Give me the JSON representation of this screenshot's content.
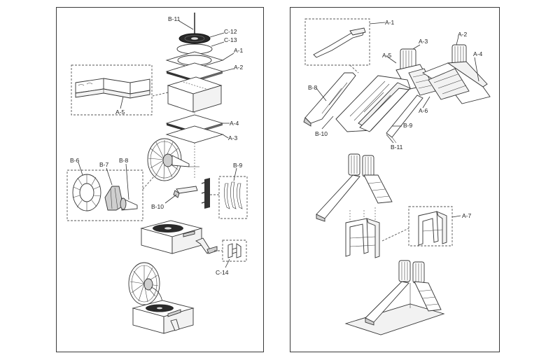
{
  "left_panel": {
    "labels": {
      "b11": "B-11",
      "c12": "C-12",
      "c13": "C-13",
      "a1": "A-1",
      "a2": "A-2",
      "a5": "A-5",
      "a4": "A-4",
      "a3": "A-3",
      "b6": "B-6",
      "b7": "B-7",
      "b8": "B-8",
      "b9": "B-9",
      "b10": "B-10",
      "c14": "C-14"
    }
  },
  "right_panel": {
    "labels": {
      "a1": "A-1",
      "a3": "A-3",
      "a2": "A-2",
      "a5": "A-5",
      "a4": "A-4",
      "b8": "B-8",
      "a6": "A-6",
      "b9": "B-9",
      "b10": "B-10",
      "b11": "B-11",
      "a7": "A-7"
    }
  }
}
